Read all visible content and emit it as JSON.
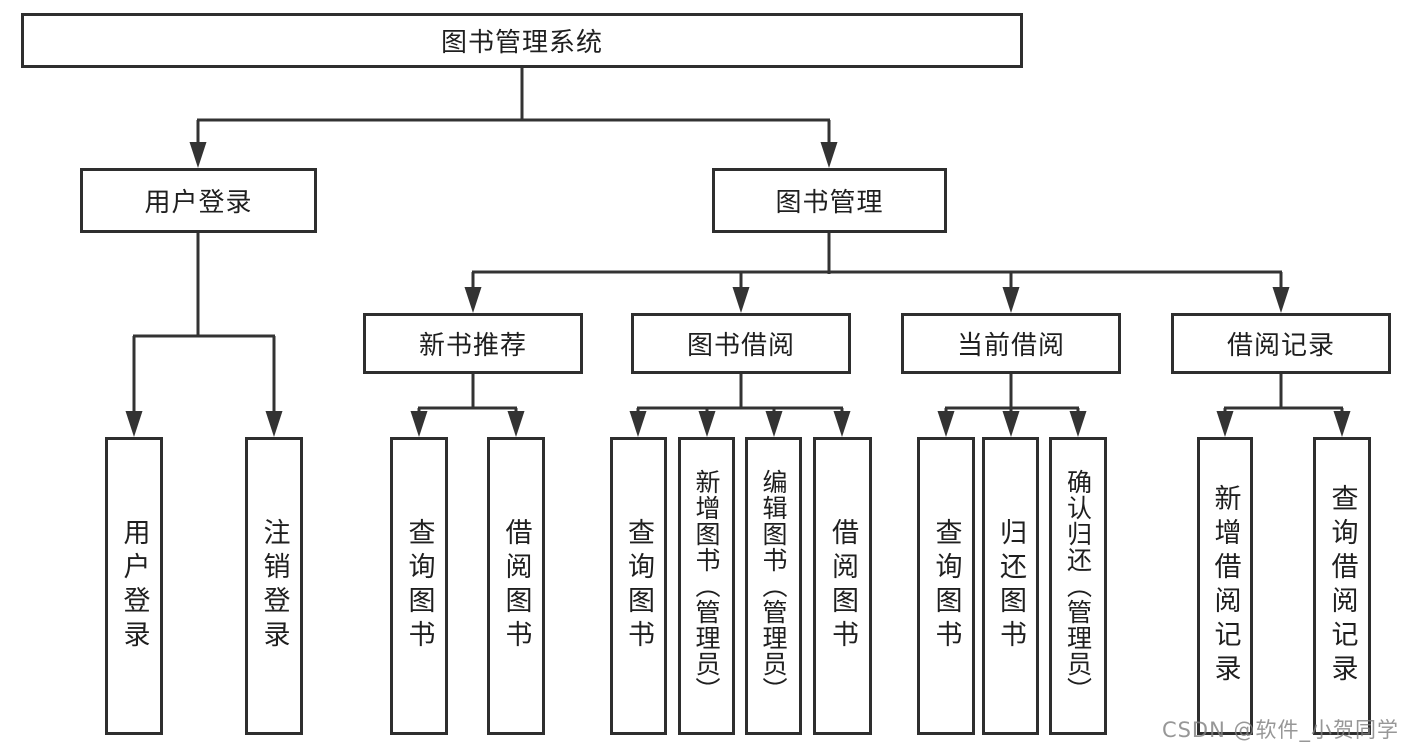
{
  "diagram_title": "图书管理系统",
  "tree": {
    "label": "图书管理系统",
    "children": [
      {
        "label": "用户登录",
        "children": [
          {
            "label": "用户登录"
          },
          {
            "label": "注销登录"
          }
        ]
      },
      {
        "label": "图书管理",
        "children": [
          {
            "label": "新书推荐",
            "children": [
              {
                "label": "查询图书"
              },
              {
                "label": "借阅图书"
              }
            ]
          },
          {
            "label": "图书借阅",
            "children": [
              {
                "label": "查询图书"
              },
              {
                "label": "新增图书（管理员）"
              },
              {
                "label": "编辑图书（管理员）"
              },
              {
                "label": "借阅图书"
              }
            ]
          },
          {
            "label": "当前借阅",
            "children": [
              {
                "label": "查询图书"
              },
              {
                "label": "归还图书"
              },
              {
                "label": "确认归还（管理员）"
              }
            ]
          },
          {
            "label": "借阅记录",
            "children": [
              {
                "label": "新增借阅记录"
              },
              {
                "label": "查询借阅记录"
              }
            ]
          }
        ]
      }
    ]
  },
  "watermark": {
    "text": "CSDN @软件_小贺同学"
  },
  "colors": {
    "line": "#333333",
    "box_border": "#2e2e2e",
    "text": "#1f1f1f",
    "watermark_gray": "#808080",
    "background": "#ffffff"
  }
}
